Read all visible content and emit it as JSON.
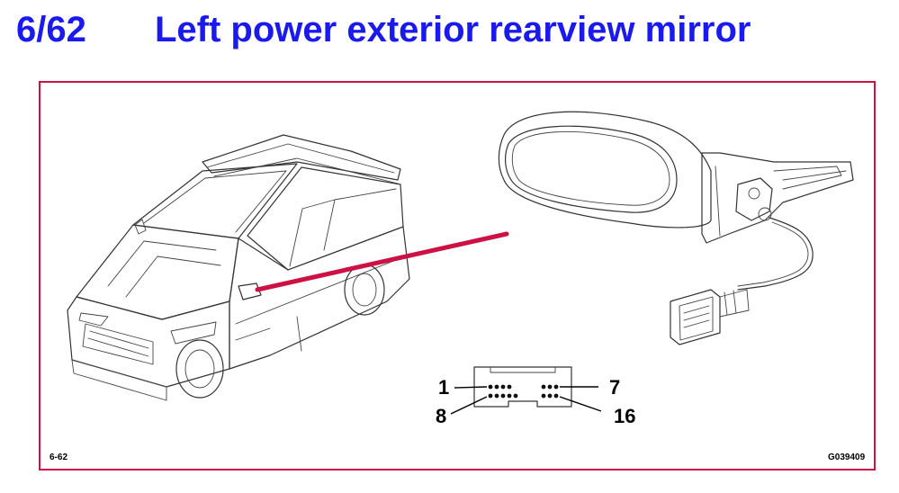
{
  "header": {
    "code": "6/62",
    "title": "Left power exterior rearview mirror",
    "color": "#1a1aee"
  },
  "frame": {
    "border_color": "#cc1144"
  },
  "connector": {
    "pin_labels": {
      "top_left": "1",
      "top_right": "7",
      "bottom_left": "8",
      "bottom_right": "16"
    }
  },
  "footer": {
    "figure_ref": "6-62",
    "image_id": "G039409"
  },
  "icons": [
    "vehicle-illustration",
    "mirror-illustration",
    "connector-plug-illustration",
    "connector-pinout-illustration"
  ]
}
